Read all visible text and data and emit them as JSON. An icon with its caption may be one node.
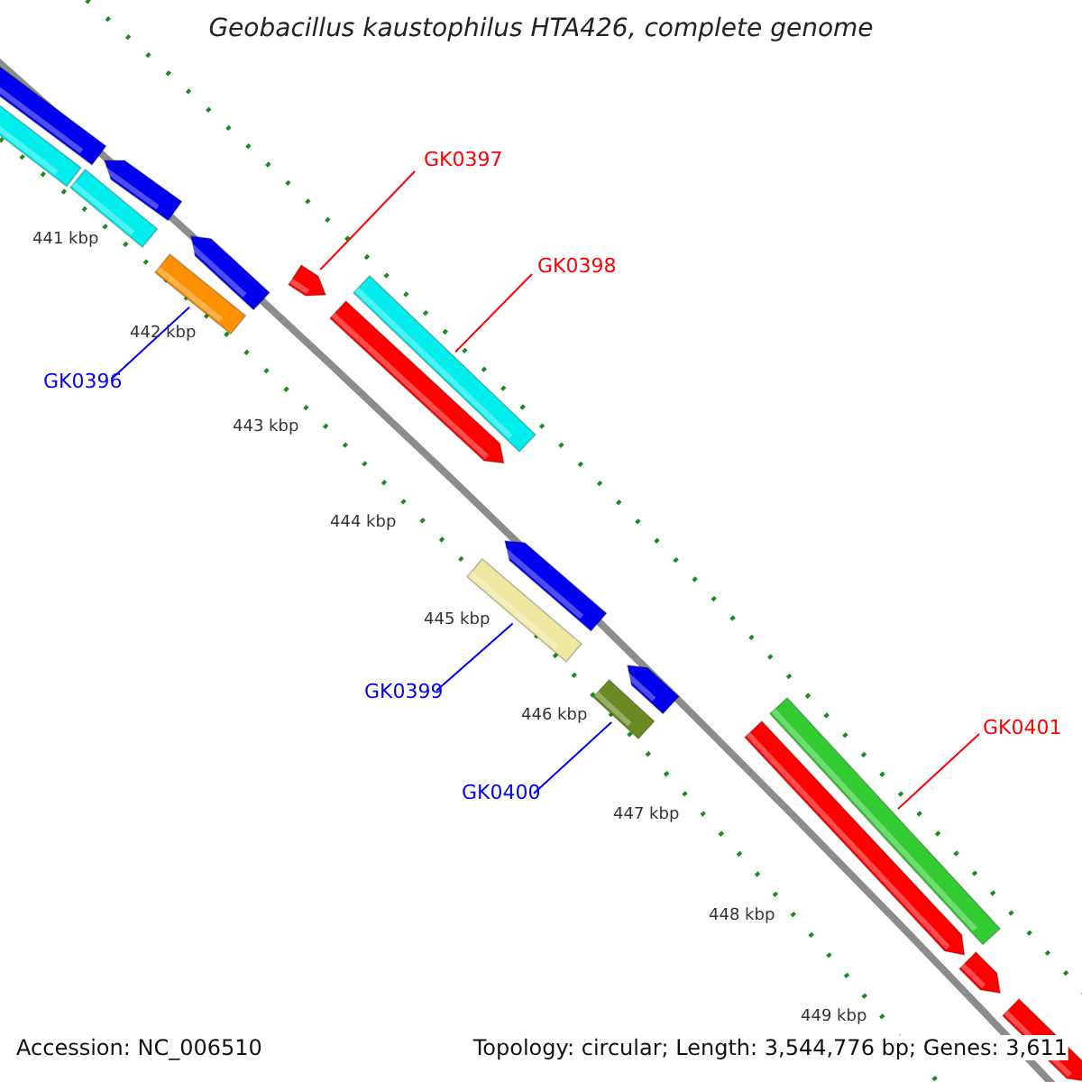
{
  "diagram": {
    "title": "Geobacillus kaustophilus HTA426, complete genome",
    "nodes": [
      {
        "text": [
          "GK0397"
        ]
      },
      {
        "text": [
          "GK0398"
        ]
      },
      {
        "text": [
          "GK0396"
        ]
      },
      {
        "text": [
          "GK0399"
        ]
      },
      {
        "text": [
          "GK0401"
        ]
      },
      {
        "text": [
          "GK0400"
        ]
      },
      {
        "text": [],
        "shape": "bar"
      },
      {
        "text": [],
        "shape": "bar"
      },
      {
        "text": [],
        "shape": "bar"
      },
      {
        "text": [],
        "shape": "bar"
      },
      {
        "text": [],
        "shape": "bar"
      },
      {
        "text": [],
        "shape": "bar"
      },
      {
        "text": [],
        "shape": "bar"
      },
      {
        "text": [],
        "shape": "bar"
      },
      {
        "text": [],
        "shape": "bar"
      },
      {
        "text": [],
        "shape": "bar"
      },
      {
        "text": [],
        "shape": "bar"
      },
      {
        "text": [],
        "shape": "bar"
      },
      {
        "text": [],
        "shape": "bar"
      },
      {
        "text": [],
        "shape": "bar"
      },
      {
        "text": [],
        "shape": "bar"
      },
      {
        "text": [],
        "shape": "bar"
      },
      {
        "text": [],
        "shape": "bar"
      }
    ],
    "edges": [
      {
        "from": 0,
        "to": 12,
        "arrow": "none",
        "color": "#ff0000"
      },
      {
        "from": 1,
        "to": 13,
        "arrow": "none",
        "color": "#ff0000"
      },
      {
        "from": 2,
        "to": 11,
        "arrow": "none",
        "color": "#0000ff"
      },
      {
        "from": 3,
        "to": 16,
        "arrow": "none",
        "color": "#0000ff"
      },
      {
        "from": 4,
        "to": 19,
        "arrow": "none",
        "color": "#ff0000"
      },
      {
        "from": 5,
        "to": 18,
        "arrow": "none",
        "color": "#0000ff"
      }
    ],
    "labels": [
      "441 kbp",
      "442 kbp",
      "443 kbp",
      "444 kbp",
      "445 kbp",
      "446 kbp",
      "447 kbp",
      "448 kbp",
      "449 kbp",
      "Accession: NC_006510",
      "Topology: circular; Length: 3,544,776 bp; Genes: 3,611"
    ]
  }
}
